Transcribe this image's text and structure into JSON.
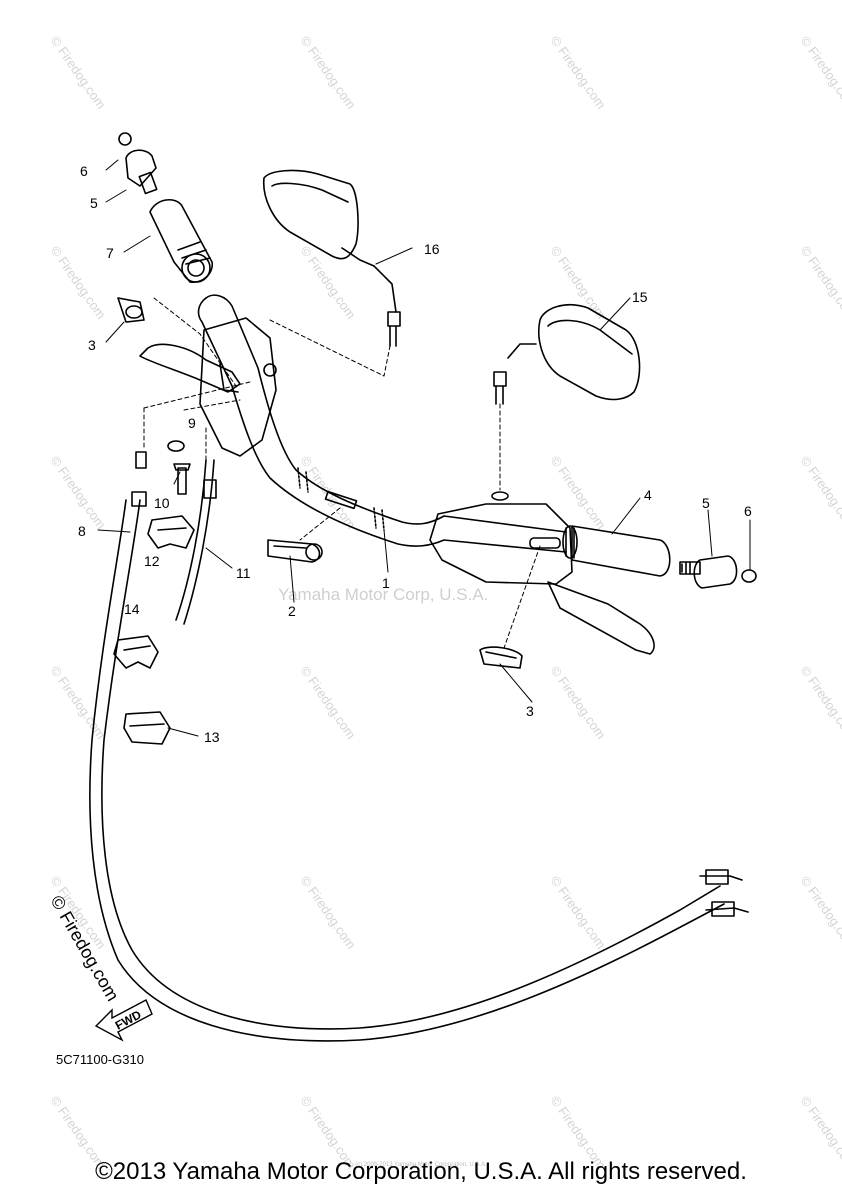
{
  "callouts": [
    "1",
    "2",
    "3",
    "3",
    "4",
    "5",
    "5",
    "6",
    "6",
    "7",
    "8",
    "9",
    "10",
    "11",
    "12",
    "13",
    "14",
    "15",
    "16"
  ],
  "watermark": {
    "tile_text": "© Firedog.com",
    "center_text": "Yamaha Motor Corp, U.S.A."
  },
  "firedog_logo": "© Firedog.com",
  "fwd_label": "FWD",
  "diagram_code": "5C71100-G310",
  "small_copyright": "(c) 2005-2013 Yamaha Motor Corporation, U.S.A.",
  "copyright": "©2013 Yamaha Motor Corporation, U.S.A. All rights reserved."
}
